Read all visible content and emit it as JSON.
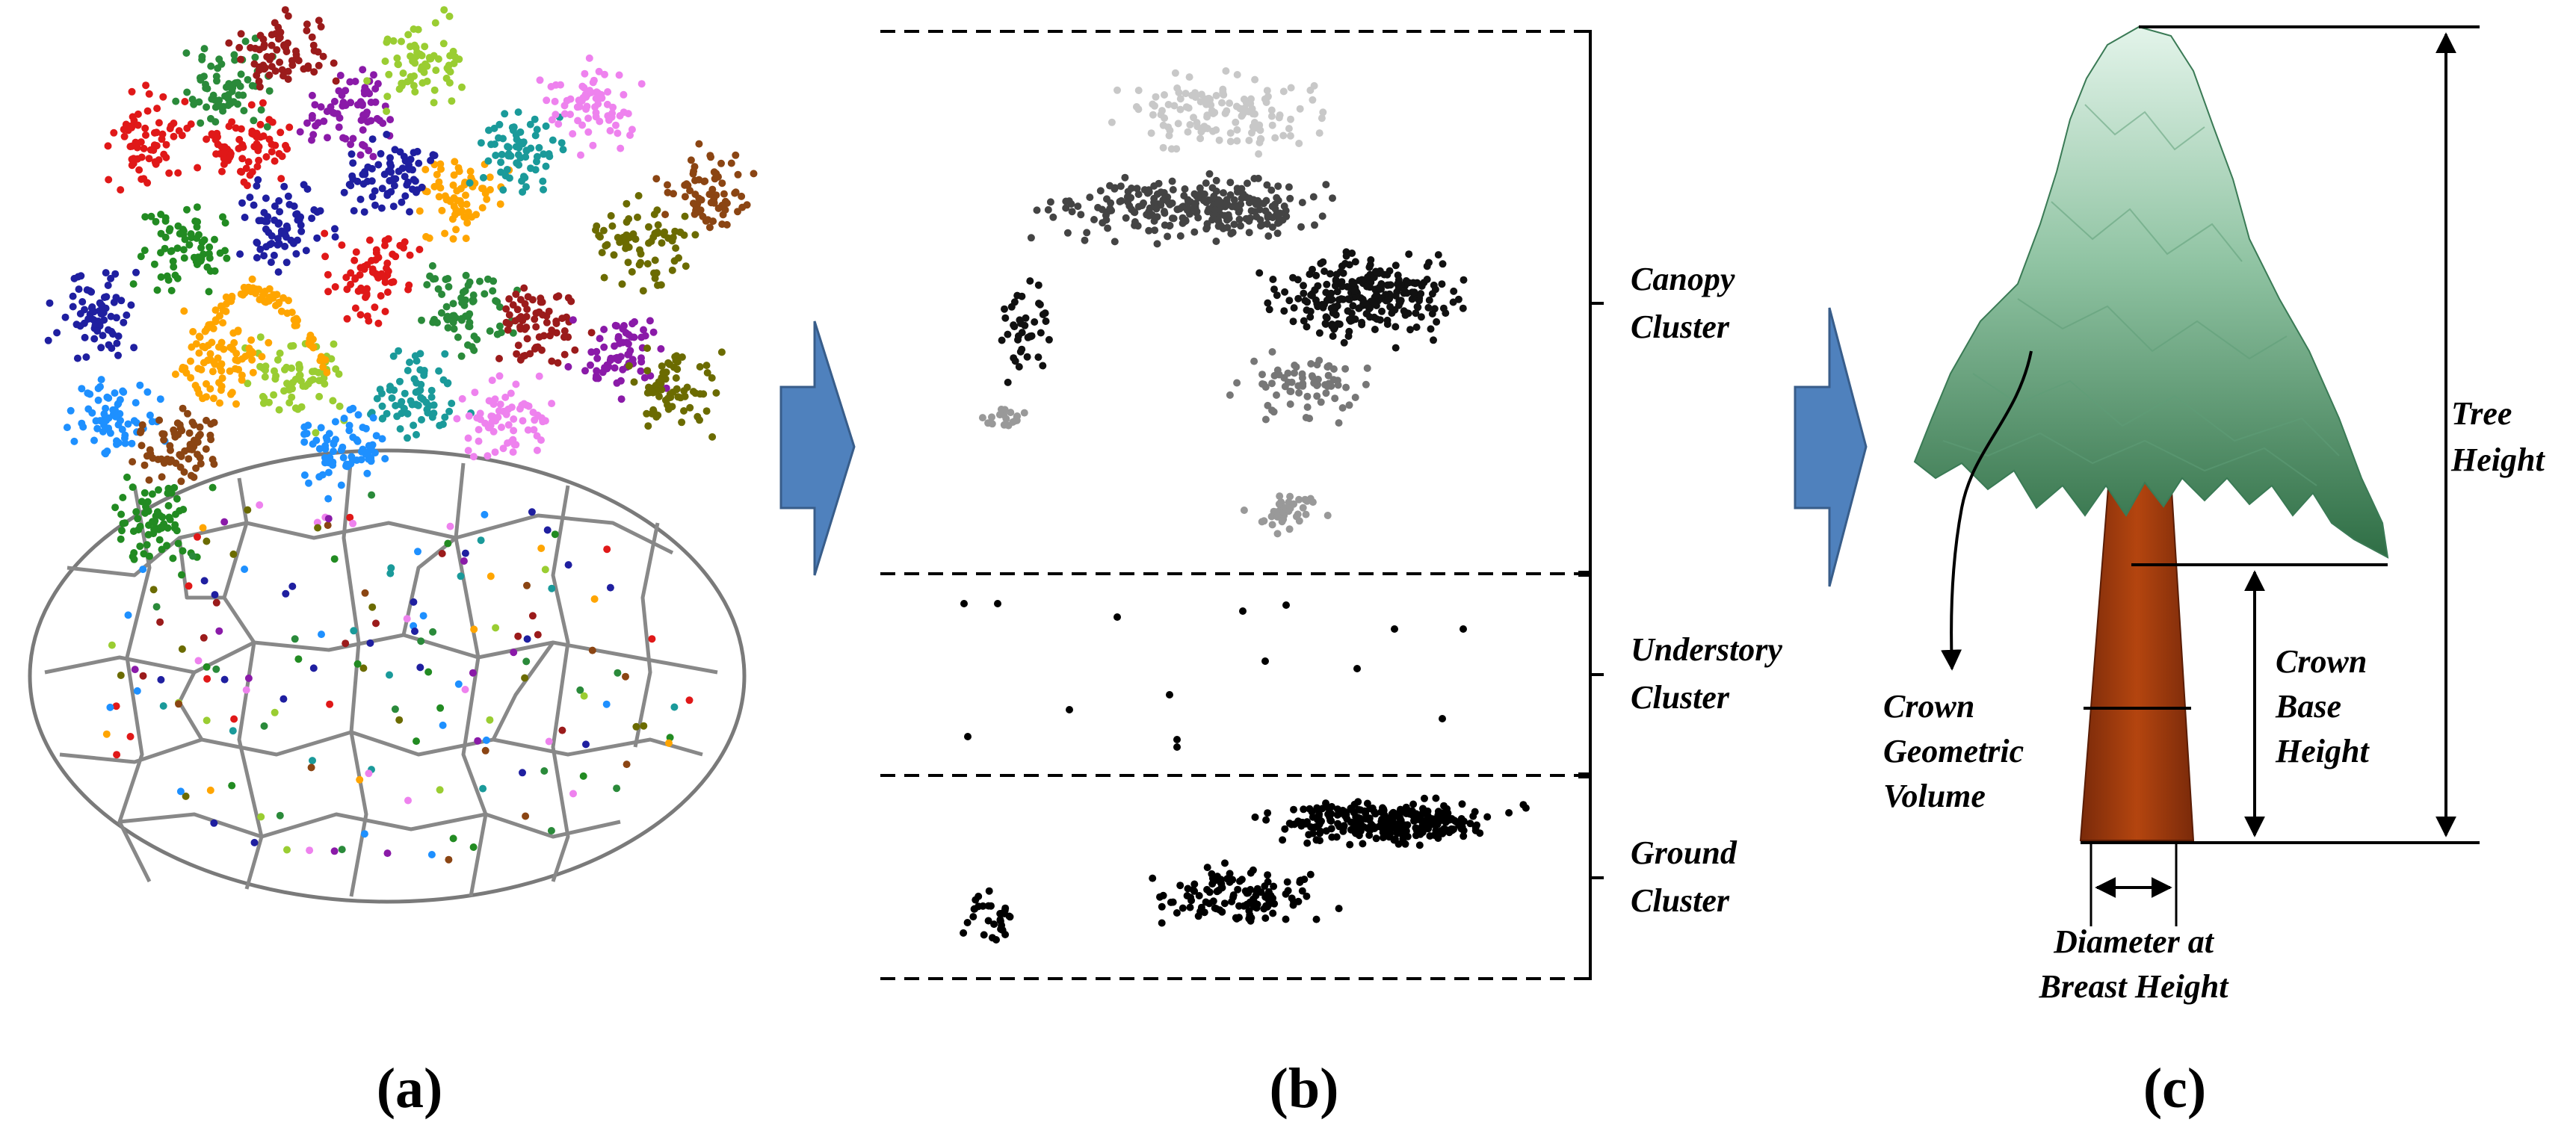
{
  "panels": {
    "a": "(a)",
    "b": "(b)",
    "c": "(c)"
  },
  "clusters": {
    "canopy": [
      "Canopy",
      "Cluster"
    ],
    "understory": [
      "Understory",
      "Cluster"
    ],
    "ground": [
      "Ground",
      "Cluster"
    ]
  },
  "tree_labels": {
    "tree_height": [
      "Tree",
      "Height"
    ],
    "crown_base_height": [
      "Crown",
      "Base",
      "Height"
    ],
    "crown_volume": [
      "Crown",
      "Geometric",
      "Volume"
    ],
    "dbh": [
      "Diameter at",
      "Breast Height"
    ]
  },
  "colors": {
    "arrow_fill": "#4f81bd",
    "arrow_stroke": "#385d8a",
    "trunk": "#a33a10",
    "crown_dark": "#2e6b3f",
    "crown_light": "#d9efe3",
    "outline": "#7a7a7a",
    "segment_palette": [
      "#1f1fa0",
      "#e01818",
      "#2a8a3a",
      "#9b1b1b",
      "#8a1aa8",
      "#9acd32",
      "#ffa500",
      "#1a9a9a",
      "#ee82ee",
      "#6b6b00",
      "#8b4513",
      "#1e90ff",
      "#228b22"
    ]
  }
}
